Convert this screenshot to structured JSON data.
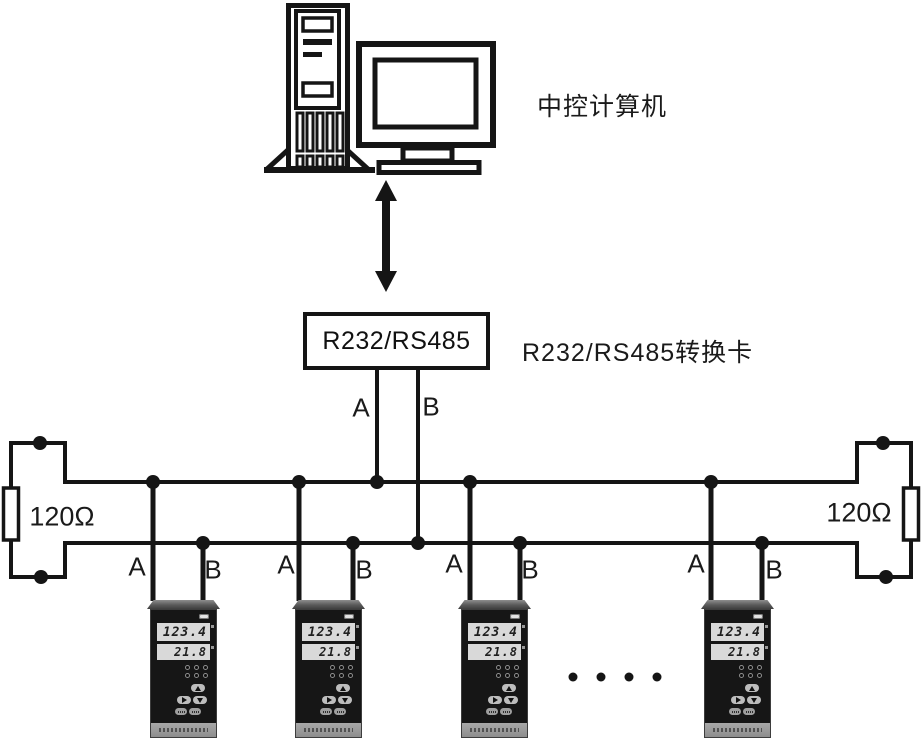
{
  "labels": {
    "computer": "中控计算机",
    "converter_box": "R232/RS485",
    "converter_caption": "R232/RS485转换卡",
    "terminator_left": "120Ω",
    "terminator_right": "120Ω",
    "converter_wire_a": "A",
    "converter_wire_b": "B"
  },
  "devices": [
    {
      "wire_a": "A",
      "wire_b": "B",
      "display_pv": "123.4",
      "display_sv": "21.8"
    },
    {
      "wire_a": "A",
      "wire_b": "B",
      "display_pv": "123.4",
      "display_sv": "21.8"
    },
    {
      "wire_a": "A",
      "wire_b": "B",
      "display_pv": "123.4",
      "display_sv": "21.8"
    },
    {
      "wire_a": "A",
      "wire_b": "B",
      "display_pv": "123.4",
      "display_sv": "21.8"
    }
  ],
  "ellipsis_dot_count": 4,
  "colors": {
    "line": "#151515",
    "device_body": "#161616",
    "display_bg": "#d9d9d9"
  }
}
